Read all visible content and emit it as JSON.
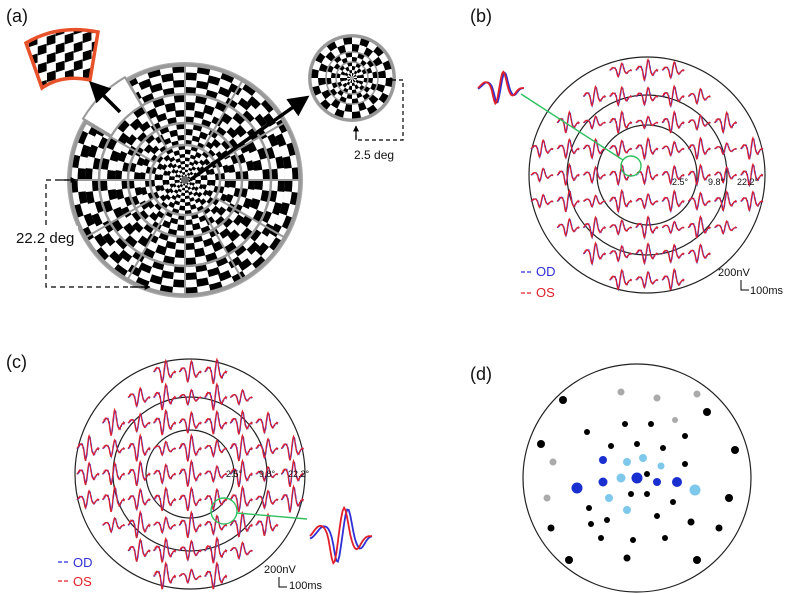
{
  "panels": {
    "a": {
      "label": "(a)",
      "annotations": {
        "outer_size": "22.2 deg",
        "inner_size": "2.5 deg"
      }
    },
    "b": {
      "label": "(b)",
      "ring_labels": [
        "2.5°",
        "9.8°",
        "22.2°"
      ],
      "legend": [
        {
          "text": "OD",
          "color": "#2f2fd6"
        },
        {
          "text": "OS",
          "color": "#e0202a"
        }
      ],
      "scale": {
        "amplitude": "200nV",
        "time": "100ms"
      }
    },
    "c": {
      "label": "(c)",
      "ring_labels": [
        "2.5°",
        "9.8°",
        "22.2°"
      ],
      "legend": [
        {
          "text": "OD",
          "color": "#2f2fd6"
        },
        {
          "text": "OS",
          "color": "#e0202a"
        }
      ],
      "scale": {
        "amplitude": "200nV",
        "time": "100ms"
      }
    },
    "d": {
      "label": "(d)",
      "dot_colors": {
        "black": "#000000",
        "gray": "#aaaaaa",
        "blue": "#1a2fd0",
        "light_blue": "#7ec8ec"
      }
    }
  },
  "colors": {
    "highlight": "#e8522a",
    "pointer": "#30c060",
    "ring": "#222222"
  }
}
